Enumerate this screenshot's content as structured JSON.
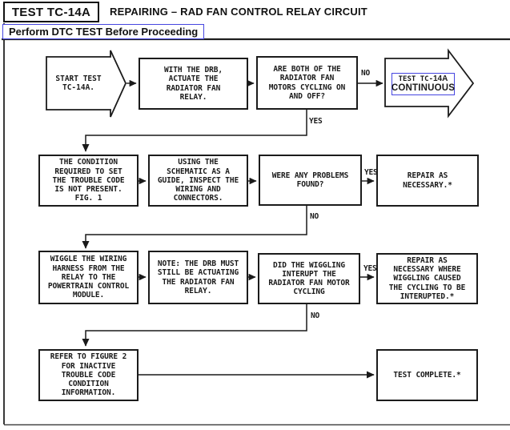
{
  "header": {
    "test_id": "TEST TC-14A",
    "title": "REPAIRING – RAD FAN CONTROL RELAY CIRCUIT",
    "banner": "Perform DTC TEST Before Proceeding"
  },
  "colors": {
    "ink": "#1a1a1a",
    "link_blue": "#4646e0"
  },
  "flow": {
    "start": "START TEST\nTC-14A.",
    "actuate": "WITH THE DRB,\nACTUATE THE\nRADIATOR FAN\nRELAY.",
    "cycling_q": "ARE BOTH OF THE\nRADIATOR FAN\nMOTORS CYCLING ON\nAND OFF?",
    "continuous_link": {
      "prefix": "TEST TC-",
      "id": "14A",
      "line2": "CONTINUOUS"
    },
    "condition": "THE CONDITION\nREQUIRED TO SET\nTHE TROUBLE CODE\nIS NOT PRESENT.\nFIG. 1",
    "schematic": "USING THE\nSCHEMATIC AS A\nGUIDE, INSPECT THE\nWIRING AND\nCONNECTORS.",
    "problems_q": "WERE ANY PROBLEMS\nFOUND?",
    "repair1": "REPAIR AS\nNECESSARY.*",
    "wiggle": "WIGGLE THE WIRING\nHARNESS FROM THE\nRELAY TO THE\nPOWERTRAIN CONTROL\nMODULE.",
    "note_label": "NOTE:",
    "note_rest": "THE DRB MUST\nSTILL BE ACTUATING\nTHE RADIATOR FAN\nRELAY.",
    "wiggling_q": "DID THE WIGGLING\nINTERUPT THE\nRADIATOR FAN MOTOR\nCYCLING",
    "repair2": "REPAIR AS\nNECESSARY WHERE\nWIGGLING CAUSED\nTHE CYCLING TO BE\nINTERUPTED.*",
    "refer": "REFER TO FIGURE 2\nFOR INACTIVE\nTROUBLE CODE\nCONDITION\nINFORMATION.",
    "complete": "TEST COMPLETE.*",
    "labels": {
      "r1_no": "NO",
      "r1_yes": "YES",
      "r2_yes": "YES",
      "r2_no": "NO",
      "r3_yes": "YES",
      "r3_no": "NO"
    }
  }
}
